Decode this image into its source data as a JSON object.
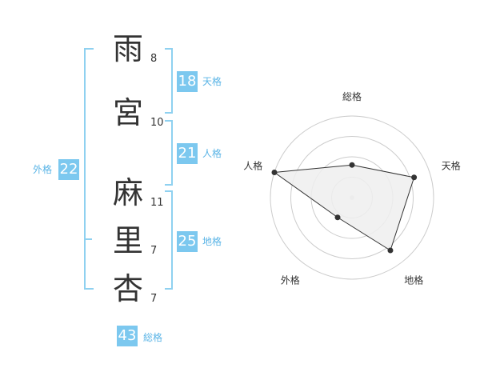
{
  "name": {
    "chars": [
      {
        "char": "雨",
        "strokes": "8"
      },
      {
        "char": "宮",
        "strokes": "10"
      },
      {
        "char": "麻",
        "strokes": "11"
      },
      {
        "char": "里",
        "strokes": "7"
      },
      {
        "char": "杏",
        "strokes": "7"
      }
    ]
  },
  "fortunes": {
    "tenkaku": {
      "value": "18",
      "label": "天格"
    },
    "jinkaku": {
      "value": "21",
      "label": "人格"
    },
    "chikaku": {
      "value": "25",
      "label": "地格"
    },
    "gaikaku": {
      "value": "22",
      "label": "外格"
    },
    "soukaku": {
      "value": "43",
      "label": "総格"
    }
  },
  "chart_data": {
    "type": "radar",
    "axes": [
      "総格",
      "天格",
      "地格",
      "外格",
      "人格"
    ],
    "values": [
      0.4,
      0.8,
      0.8,
      0.3,
      1.0
    ],
    "rings": 4,
    "colors": {
      "fill": "#efefef",
      "stroke": "#333333",
      "grid": "#cccccc",
      "point": "#333333"
    }
  },
  "colors": {
    "accent": "#7cc8ef",
    "bracket": "#8fd1f0",
    "label": "#5ab4e6"
  }
}
